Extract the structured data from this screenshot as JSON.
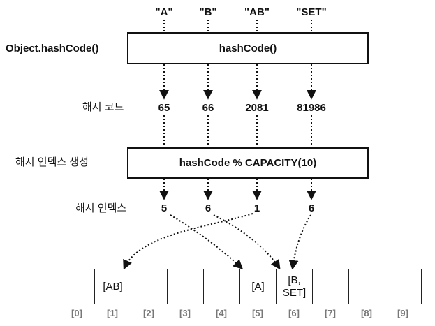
{
  "keys": [
    "\"A\"",
    "\"B\"",
    "\"AB\"",
    "\"SET\""
  ],
  "row_labels": {
    "object_hashcode": "Object.hashCode()",
    "hash_code": "해시 코드",
    "hash_index_gen": "해시 인덱스 생성",
    "hash_index": "해시 인덱스"
  },
  "boxes": {
    "hashcode": "hashCode()",
    "modulo": "hashCode % CAPACITY(10)"
  },
  "hash_codes": [
    "65",
    "66",
    "2081",
    "81986"
  ],
  "hash_indexes": [
    "5",
    "6",
    "1",
    "6"
  ],
  "array": {
    "cells": [
      "",
      "[AB]",
      "",
      "",
      "",
      "[A]",
      "[B,\nSET]",
      "",
      "",
      ""
    ],
    "indexes": [
      "[0]",
      "[1]",
      "[2]",
      "[3]",
      "[4]",
      "[5]",
      "[6]",
      "[7]",
      "[8]",
      "[9]"
    ]
  }
}
